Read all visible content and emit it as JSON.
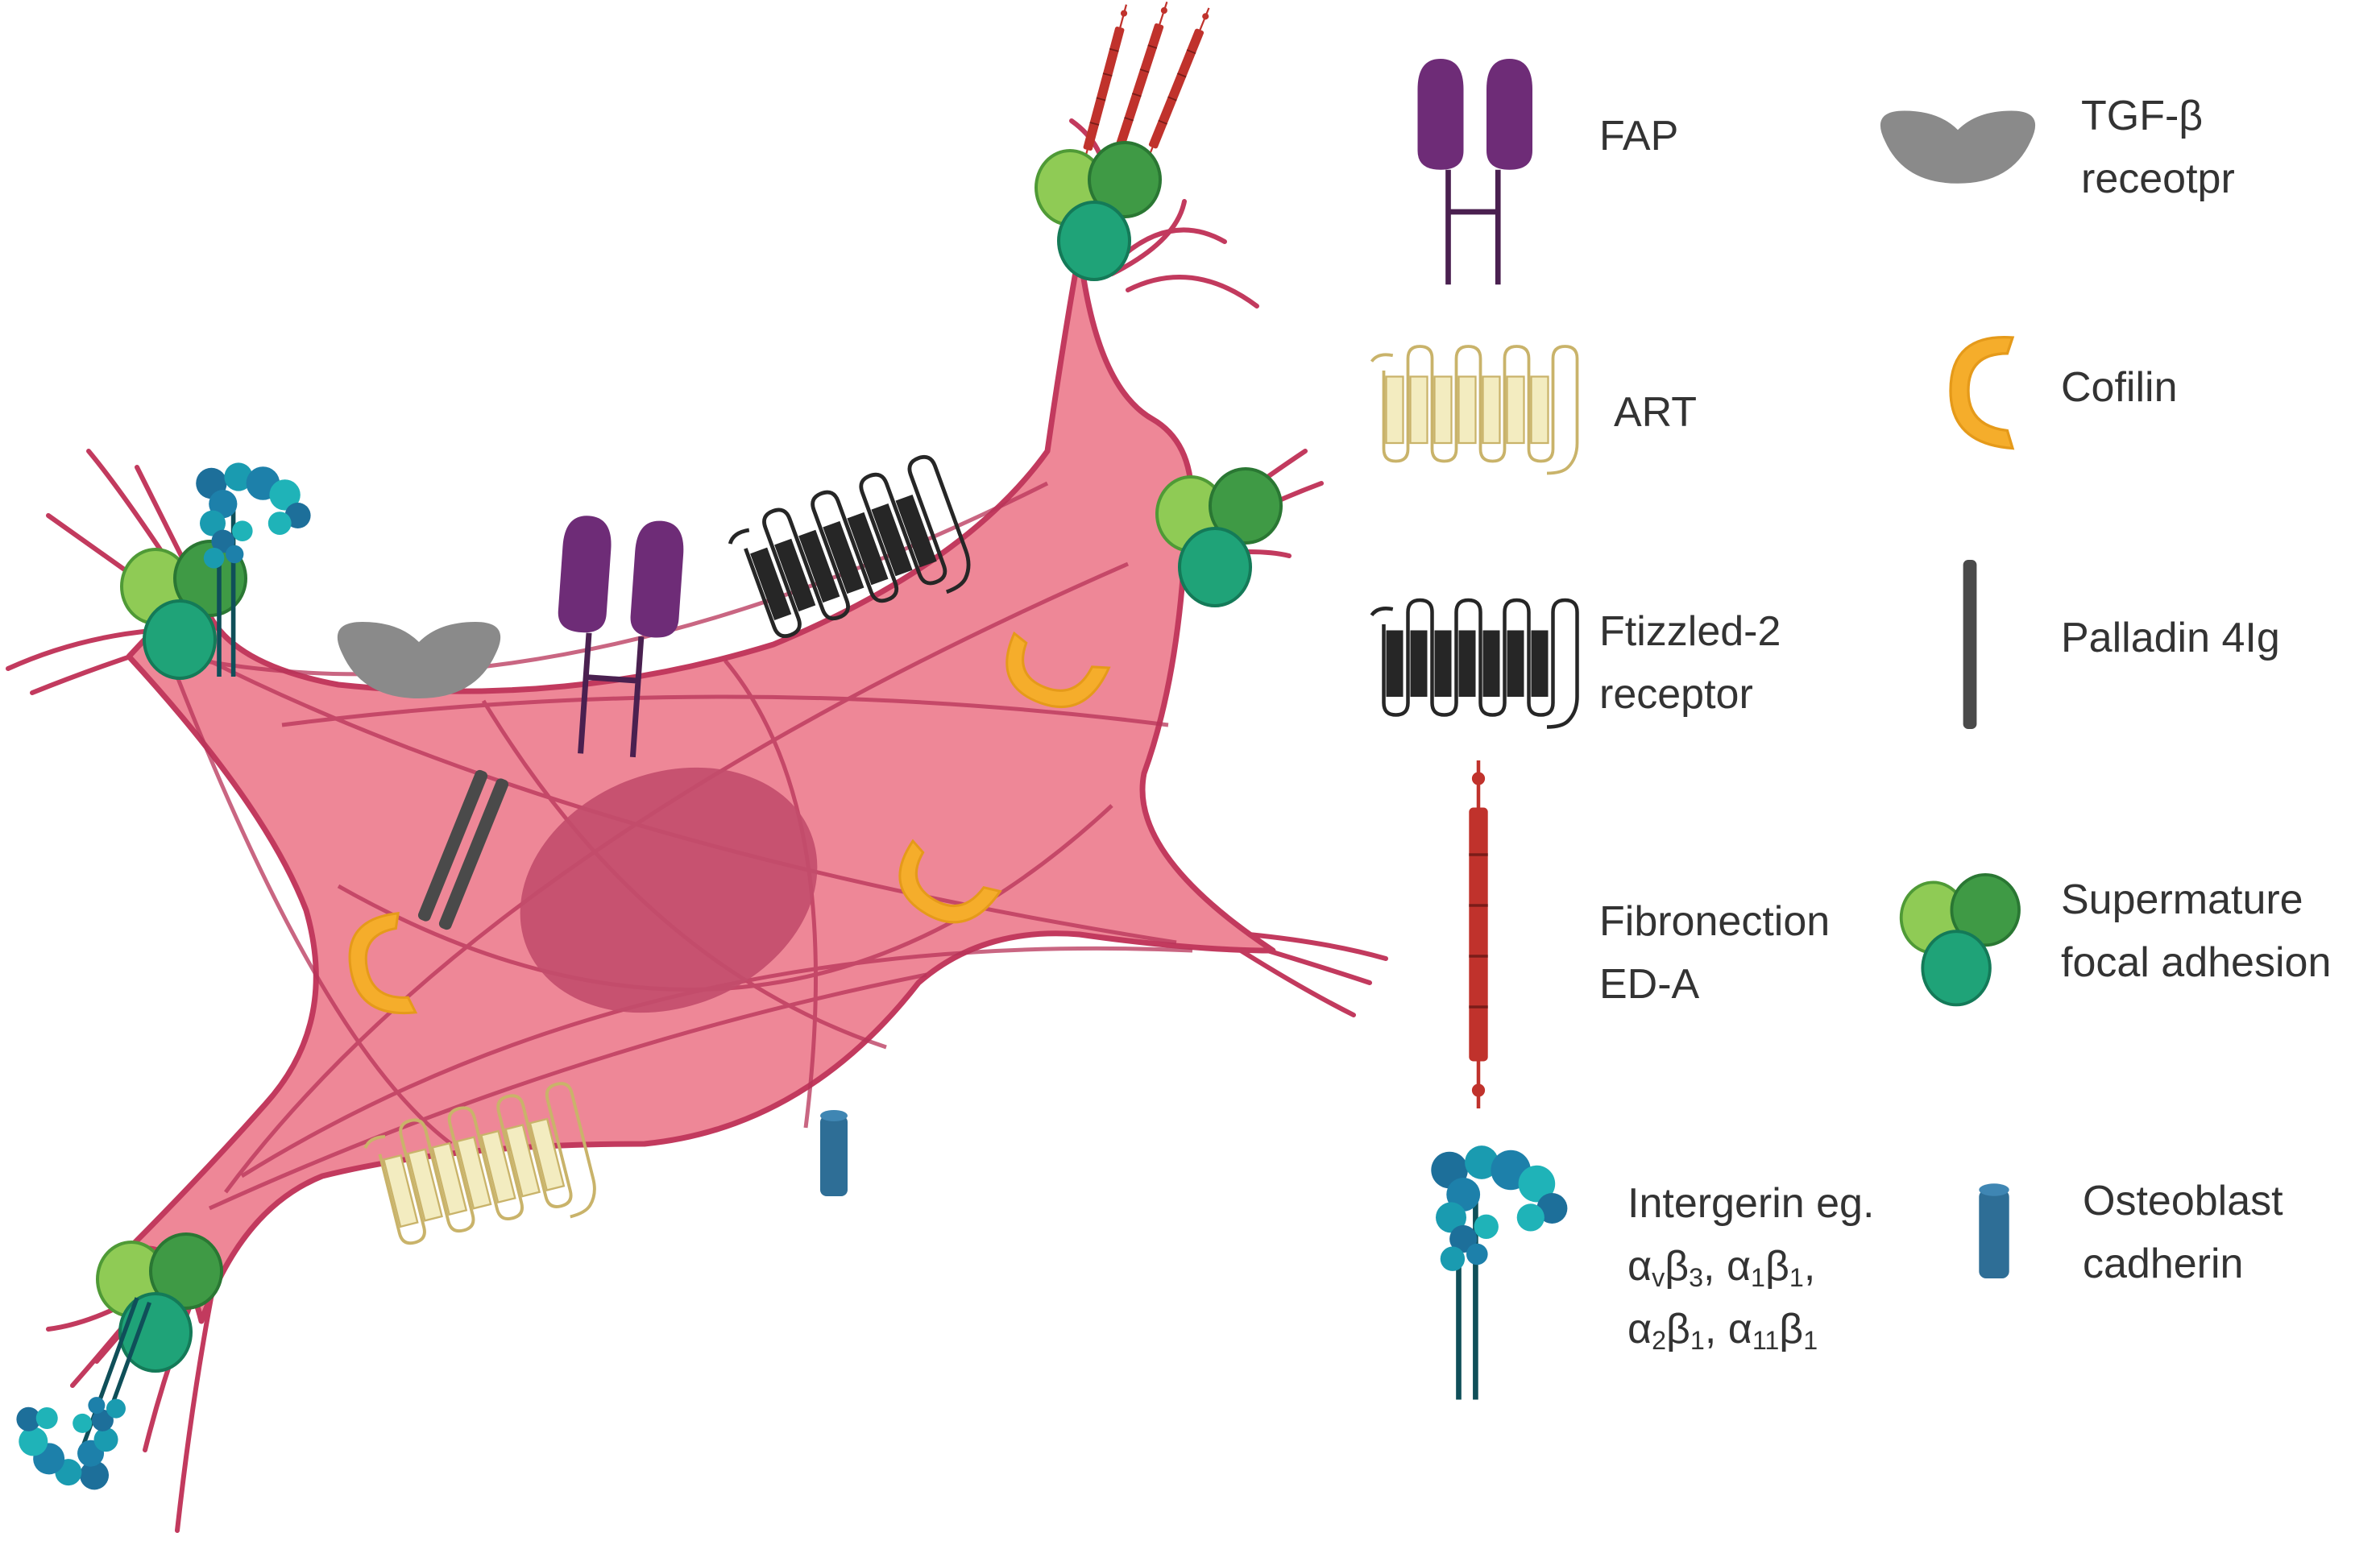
{
  "legend": {
    "fap": [
      "FAP"
    ],
    "tgfb": [
      "TGF-β",
      "receotpr"
    ],
    "art": [
      "ART"
    ],
    "cofilin": [
      "Cofilin"
    ],
    "frizzled": [
      "Ftizzled-2",
      "receptor"
    ],
    "palladin": [
      "Palladin 4Ig"
    ],
    "fibronectin": [
      "Fibronection",
      "ED-A"
    ],
    "focal": [
      "Supermature",
      "focal adhesion"
    ],
    "integrin_title": "Intergerin eg.",
    "integrin_sub": [
      {
        "a": "v",
        "b": "3"
      },
      {
        "a": "1",
        "b": "1"
      },
      {
        "a": "2",
        "b": "1"
      },
      {
        "a": "11",
        "b": "1"
      }
    ],
    "cadherin": [
      "Osteoblast",
      "cadherin"
    ]
  },
  "colors": {
    "cell": "#ee8797",
    "cell_edge": "#c23a5e",
    "nucleus": "#c24c6b",
    "fap": "#6e2c77",
    "tgfb": "#8a8a8a",
    "art": "#e8dfa2",
    "frizzled": "#262626",
    "palladin": "#4a4a4a",
    "fibronectin": "#c0322c",
    "focal_light": "#8fcb55",
    "focal_dark": "#3f9a45",
    "focal_teal": "#1fa378",
    "cofilin": "#f5ad2b",
    "integrin": "#1d6f9a",
    "cadherin": "#2e6e96",
    "text": "#333333"
  }
}
